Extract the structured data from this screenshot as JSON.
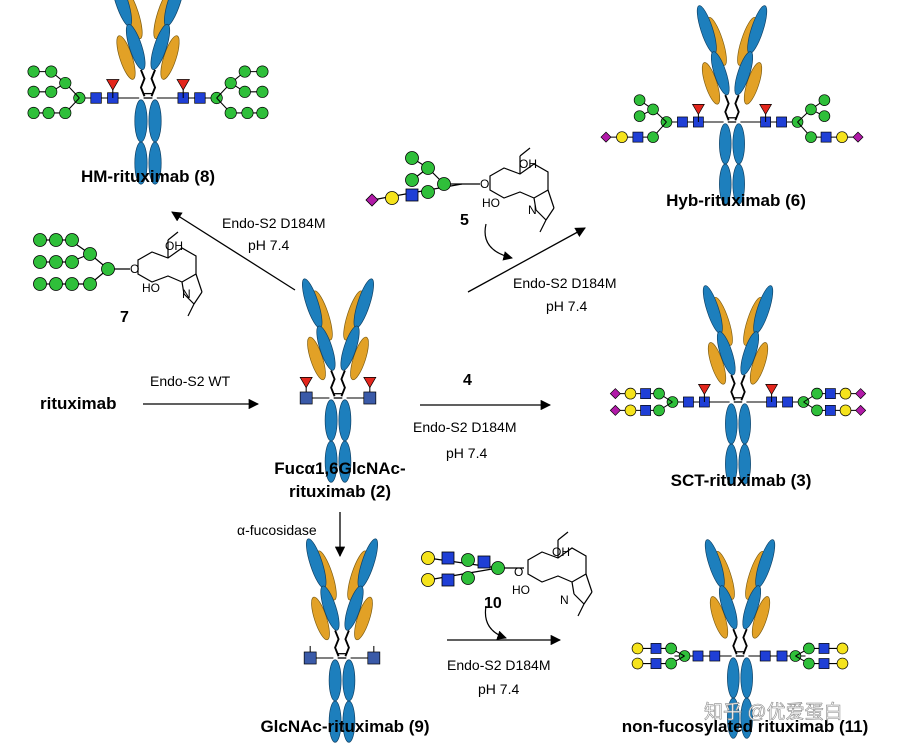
{
  "labels": {
    "hm": "HM-rituximab (8)",
    "hyb": "Hyb-rituximab (6)",
    "sct": "SCT-rituximab (3)",
    "fuc_line1": "Fucα1,6GlcNAc-",
    "fuc_line2": "rituximab (2)",
    "glcnac": "GlcNAc-rituximab (9)",
    "nonfuc": "non-fucosylated rituximab (11)",
    "rituximab": "rituximab"
  },
  "conditions": {
    "endo_wt": "Endo-S2 WT",
    "endo_mut": "Endo-S2 D184M",
    "ph": "pH 7.4",
    "fucosidase": "α-fucosidase"
  },
  "compounds": {
    "c4": "4",
    "c5": "5",
    "c7": "7",
    "c10": "10"
  },
  "chem": {
    "oh": "OH",
    "ho": "HO",
    "o": "O",
    "n": "N"
  },
  "watermark": "知乎 @优爱蛋白",
  "colors": {
    "heavy_chain": "#1d7fbd",
    "light_chain": "#e2a126",
    "glcnac": "#1f3fd6",
    "mannose": "#2fbf3a",
    "fucose": "#e3261c",
    "galactose": "#f5e31c",
    "sialic_acid": "#b11aa8"
  }
}
